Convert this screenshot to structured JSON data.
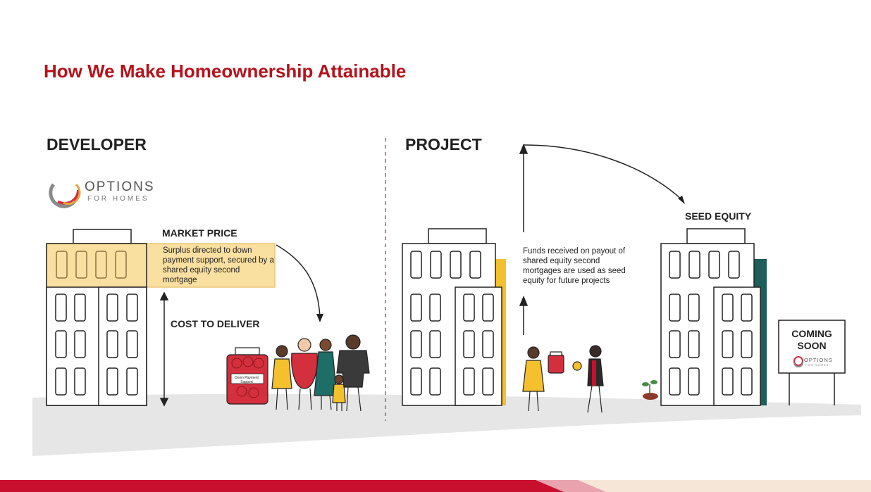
{
  "title": "How We Make Homeownership Attainable",
  "developer": {
    "heading": "DEVELOPER",
    "logo_name": "OPTIONS",
    "logo_sub": "FOR HOMES",
    "market_price_label": "MARKET PRICE",
    "surplus_note": "Surplus directed to down payment support, secured by a shared equity second mortgage",
    "cost_label": "COST TO DELIVER",
    "jar_label": "Down Payment Support"
  },
  "project": {
    "heading": "PROJECT",
    "funds_note": "Funds received on payout of shared equity second mortgages are used as seed equity for future projects",
    "seed_label": "SEED EQUITY",
    "sign_text": "COMING SOON",
    "sign_logo": "OPTIONS",
    "sign_logo_sub": "FOR HOMES"
  },
  "colors": {
    "title": "#b5121b",
    "surplus_fill": "#f9dfa0",
    "yellow": "#f5c02e",
    "teal": "#1e5e5a",
    "red": "#d32f3c",
    "ground": "#e6e6e6"
  }
}
